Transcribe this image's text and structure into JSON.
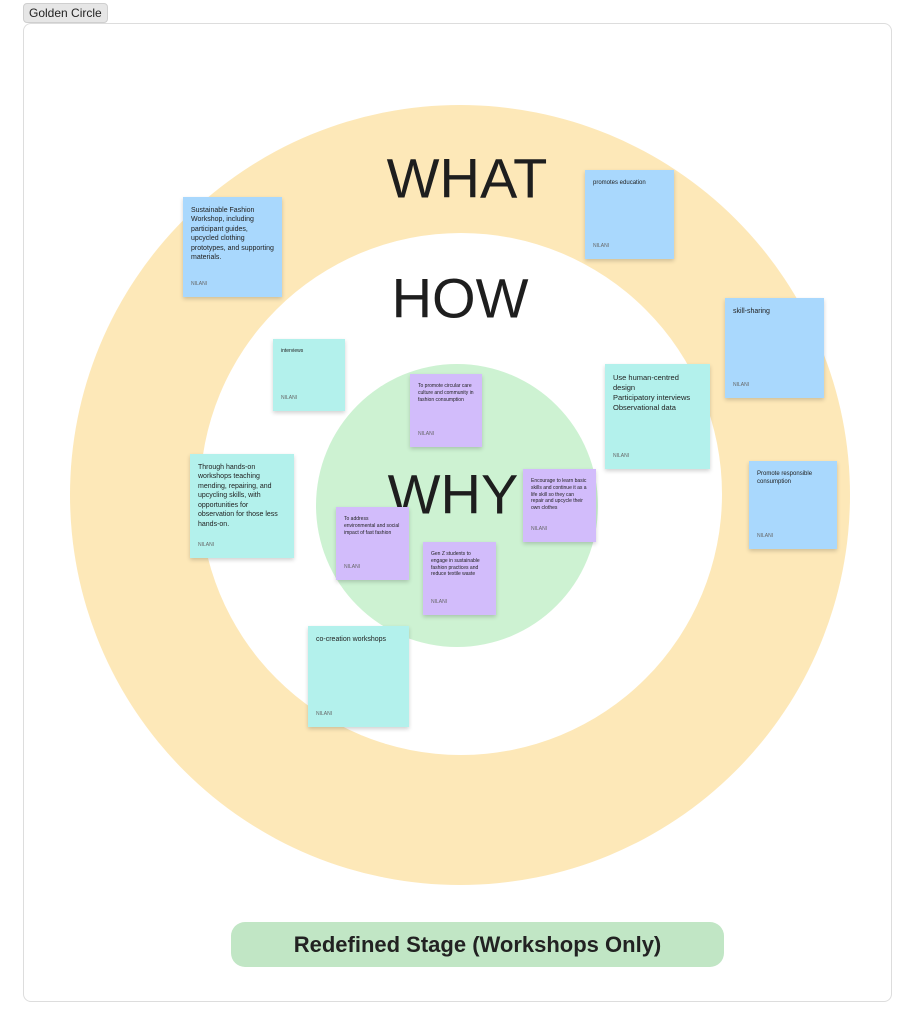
{
  "frame_title": "Golden Circle",
  "rings": {
    "what": "WHAT",
    "how": "HOW",
    "why": "WHY"
  },
  "colors": {
    "outer": "#fde8b8",
    "middle": "#ffffff",
    "inner": "#cdf2d2",
    "blue_note": "#a9d8fd",
    "cyan_note": "#b3f1ec",
    "purple_note": "#d2bcfb",
    "banner": "#c1e6c5"
  },
  "notes": [
    {
      "text": "Sustainable Fashion Workshop, including participant guides, upcycled clothing prototypes, and supporting materials.",
      "author": "NILANI"
    },
    {
      "text": "promotes education",
      "author": "NILANI"
    },
    {
      "text": "skill-sharing",
      "author": "NILANI"
    },
    {
      "text": "Use human-centred design\nParticipatory interviews\nObservational data",
      "author": "NILANI"
    },
    {
      "text": "Promote responsible consumption",
      "author": "NILANI"
    },
    {
      "text": "interviews",
      "author": "NILANI"
    },
    {
      "text": "Through hands-on workshops teaching mending, repairing, and upcycling skills, with opportunities for observation for those less hands-on.",
      "author": "NILANI"
    },
    {
      "text": "co-creation workshops",
      "author": "NILANI"
    },
    {
      "text": "To promote circular care culture and community in fashion consumption",
      "author": "NILANI"
    },
    {
      "text": "Encourage to learn basic skills and continue it as a life skill so they can repair and upcycle their own clothes",
      "author": "NILANI"
    },
    {
      "text": "To address environmental and social impact of fast fashion",
      "author": "NILANI"
    },
    {
      "text": "Gen Z students to engage in sustainable fashion practices and reduce textile waste",
      "author": "NILANI"
    }
  ],
  "banner": "Redefined Stage (Workshops Only)"
}
